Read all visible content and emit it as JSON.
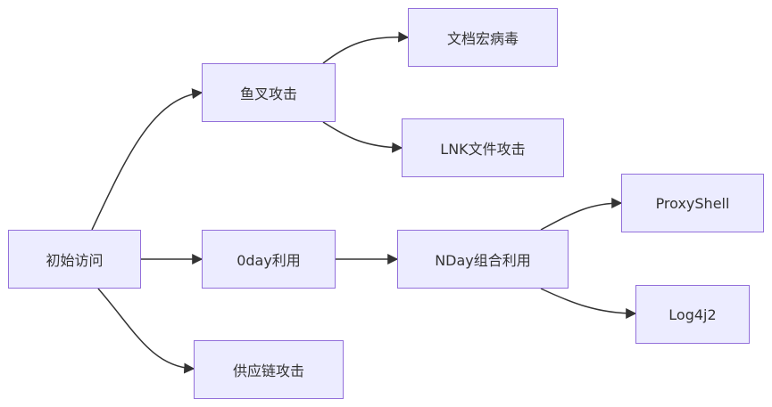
{
  "diagram": {
    "type": "flowchart",
    "direction": "LR",
    "colors": {
      "node_fill": "#ECECFF",
      "node_border": "#9370DB",
      "edge": "#333333"
    },
    "nodes": {
      "initial_access": "初始访问",
      "phishing": "鱼叉攻击",
      "zero_day": "0day利用",
      "supply_chain": "供应链攻击",
      "doc_macro": "文档宏病毒",
      "lnk": "LNK文件攻击",
      "nday": "NDay组合利用",
      "proxyshell": "ProxyShell",
      "log4j2": "Log4j2"
    },
    "edges": [
      [
        "initial_access",
        "phishing"
      ],
      [
        "initial_access",
        "zero_day"
      ],
      [
        "initial_access",
        "supply_chain"
      ],
      [
        "phishing",
        "doc_macro"
      ],
      [
        "phishing",
        "lnk"
      ],
      [
        "zero_day",
        "nday"
      ],
      [
        "nday",
        "proxyshell"
      ],
      [
        "nday",
        "log4j2"
      ]
    ]
  }
}
